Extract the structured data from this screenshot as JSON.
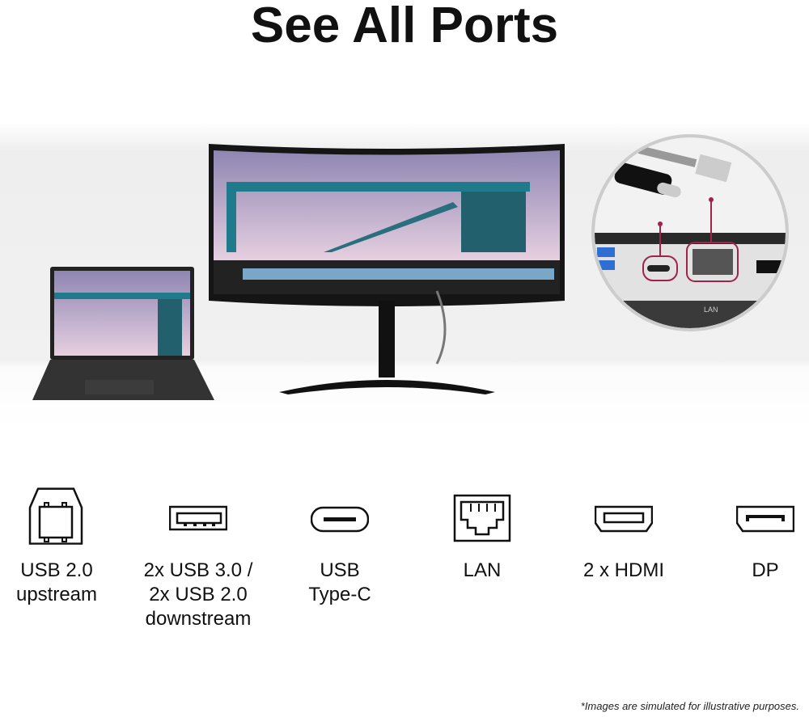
{
  "title": "See All Ports",
  "callout": {
    "lan_label": "LAN"
  },
  "ports": [
    {
      "icon": "usb-b-icon",
      "label_lines": [
        "USB 2.0",
        "upstream"
      ]
    },
    {
      "icon": "usb-a-icon",
      "label_lines": [
        "2x USB 3.0 /",
        "2x USB 2.0",
        "downstream"
      ]
    },
    {
      "icon": "usb-c-icon",
      "label_lines": [
        "USB",
        "Type-C"
      ]
    },
    {
      "icon": "lan-icon",
      "label_lines": [
        "LAN"
      ]
    },
    {
      "icon": "hdmi-icon",
      "label_lines": [
        "2 x HDMI"
      ]
    },
    {
      "icon": "displayport-icon",
      "label_lines": [
        "DP"
      ]
    }
  ],
  "disclaimer": "*Images are simulated for illustrative purposes.",
  "colors": {
    "accent": "#a3224a",
    "text": "#111111"
  }
}
